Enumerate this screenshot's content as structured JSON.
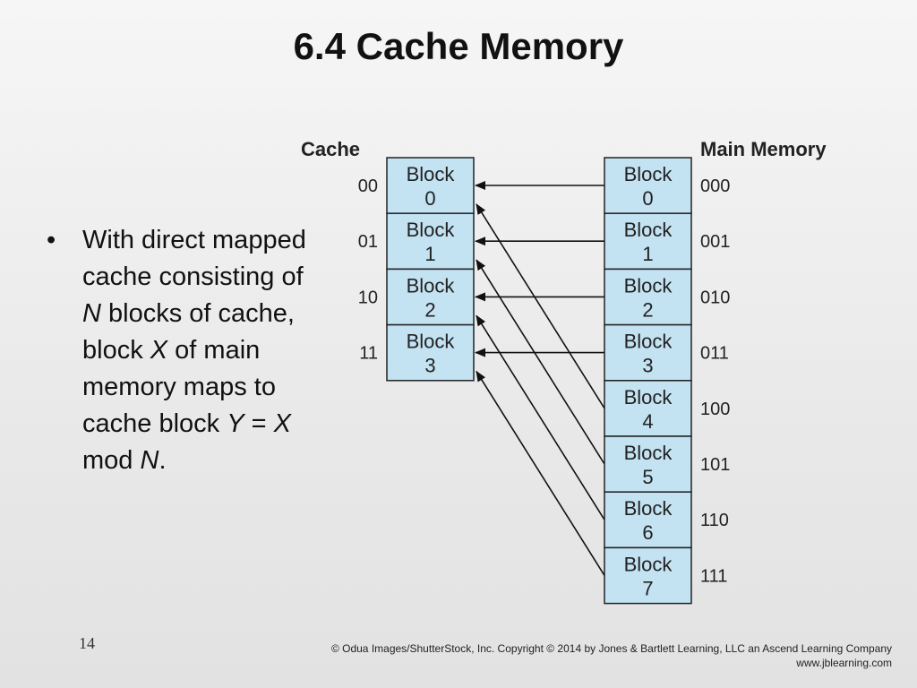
{
  "slide": {
    "title": "6.4 Cache Memory",
    "page_number": "14",
    "copyright_line1": "© Odua Images/ShutterStock, Inc. Copyright © 2014 by Jones & Bartlett Learning, LLC an Ascend Learning Company",
    "copyright_line2": "www.jblearning.com"
  },
  "bullet": {
    "marker": "•",
    "p1": "With direct mapped cache consisting of ",
    "N": "N",
    "p2": " blocks of cache, block ",
    "X": "X",
    "p3": " of main memory maps to cache block ",
    "Y": "Y",
    "p4": " = ",
    "X2": "X",
    "p5": " mod ",
    "N2": "N",
    "p6": "."
  },
  "diagram": {
    "cache_heading": "Cache",
    "memory_heading": "Main Memory",
    "cache_blocks": [
      {
        "word": "Block",
        "num": "0",
        "addr": "00"
      },
      {
        "word": "Block",
        "num": "1",
        "addr": "01"
      },
      {
        "word": "Block",
        "num": "2",
        "addr": "10"
      },
      {
        "word": "Block",
        "num": "3",
        "addr": "11"
      }
    ],
    "memory_blocks": [
      {
        "word": "Block",
        "num": "0",
        "addr": "000"
      },
      {
        "word": "Block",
        "num": "1",
        "addr": "001"
      },
      {
        "word": "Block",
        "num": "2",
        "addr": "010"
      },
      {
        "word": "Block",
        "num": "3",
        "addr": "011"
      },
      {
        "word": "Block",
        "num": "4",
        "addr": "100"
      },
      {
        "word": "Block",
        "num": "5",
        "addr": "101"
      },
      {
        "word": "Block",
        "num": "6",
        "addr": "110"
      },
      {
        "word": "Block",
        "num": "7",
        "addr": "111"
      }
    ],
    "mappings": [
      {
        "from": 0,
        "to": 0
      },
      {
        "from": 1,
        "to": 1
      },
      {
        "from": 2,
        "to": 2
      },
      {
        "from": 3,
        "to": 3
      },
      {
        "from": 4,
        "to": 0
      },
      {
        "from": 5,
        "to": 1
      },
      {
        "from": 6,
        "to": 2
      },
      {
        "from": 7,
        "to": 3
      }
    ]
  }
}
